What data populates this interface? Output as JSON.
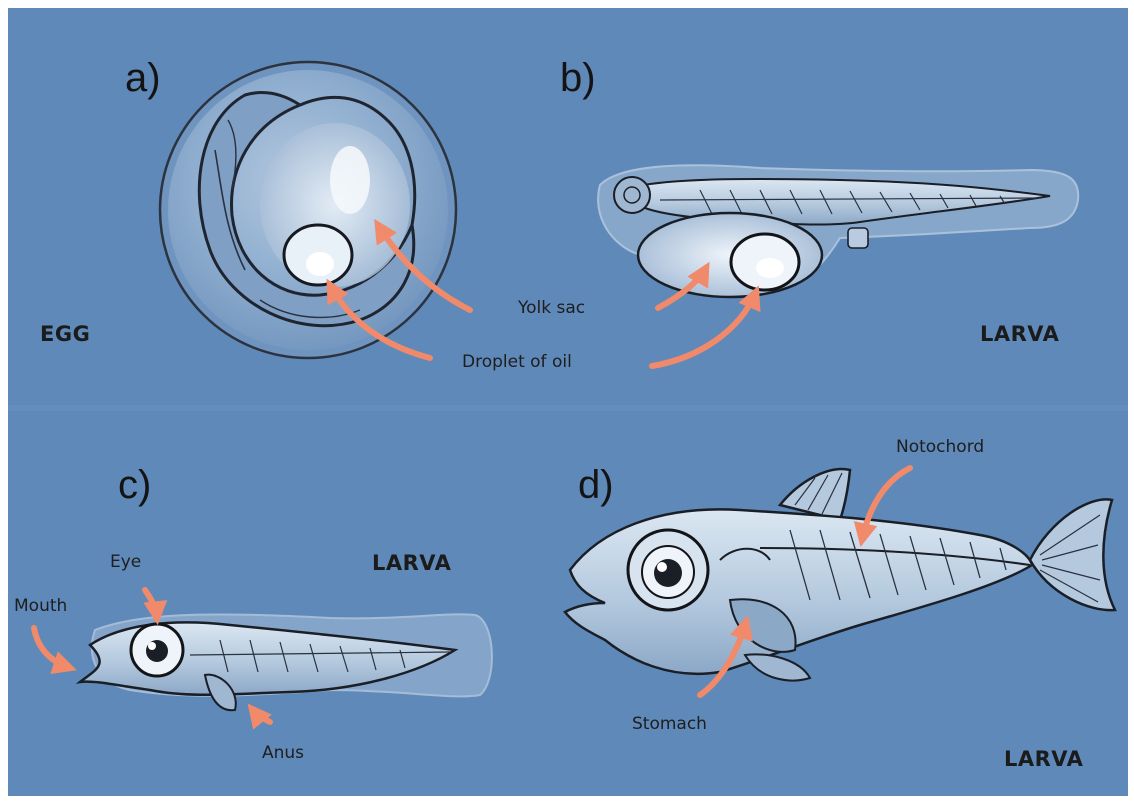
{
  "panels": {
    "a": {
      "letter": "a)",
      "stage": "EGG",
      "labels": {
        "yolk_sac": "Yolk sac",
        "droplet_of_oil": "Droplet of oil"
      }
    },
    "b": {
      "letter": "b)",
      "stage": "LARVA"
    },
    "c": {
      "letter": "c)",
      "stage": "LARVA",
      "labels": {
        "eye": "Eye",
        "mouth": "Mouth",
        "anus": "Anus"
      }
    },
    "d": {
      "letter": "d)",
      "stage": "LARVA",
      "labels": {
        "notochord": "Notochord",
        "stomach": "Stomach"
      }
    }
  },
  "colors": {
    "background": "#5f89b8",
    "background_dark": "#557fae",
    "arrow": "#f08a6a",
    "ink": "#1a1a1a",
    "body_fill": "#c6d7e8",
    "body_shadow": "#8fa9c6",
    "highlight": "#f2f7fc"
  }
}
